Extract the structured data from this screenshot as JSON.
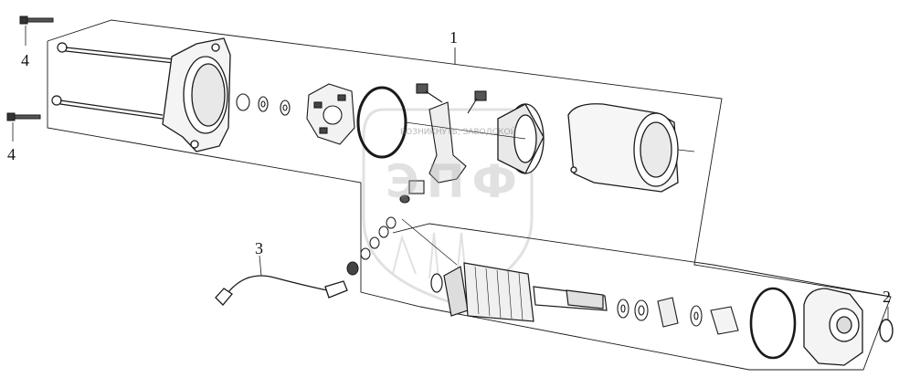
{
  "callouts": {
    "c1": "1",
    "c2": "2",
    "c3": "3",
    "c4a": "4",
    "c4b": "4"
  },
  "watermark": {
    "main": "ЭПФ",
    "small": "ВОЗНИКНУТЬ, ЗАВОДСКОЙ"
  },
  "colors": {
    "line": "#1a1a1a",
    "shade": "#bdbdbd",
    "watermark": "#cfcfcf"
  }
}
